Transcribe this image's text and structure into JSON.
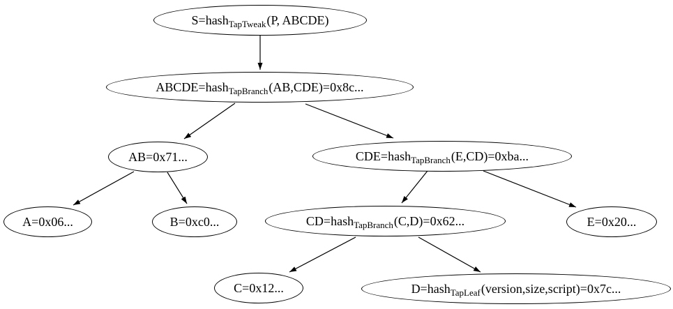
{
  "nodes": {
    "s": {
      "prefix": "S=hash",
      "sub": "TapTweak",
      "suffix": "(P, ABCDE)"
    },
    "abcde": {
      "prefix": "ABCDE=hash",
      "sub": "TapBranch",
      "suffix": "(AB,CDE)=0x8c..."
    },
    "ab": {
      "label": "AB=0x71..."
    },
    "cde": {
      "prefix": "CDE=hash",
      "sub": "TapBranch",
      "suffix": "(E,CD)=0xba..."
    },
    "a": {
      "label": "A=0x06..."
    },
    "b": {
      "label": "B=0xc0..."
    },
    "cd": {
      "prefix": "CD=hash",
      "sub": "TapBranch",
      "suffix": "(C,D)=0x62..."
    },
    "e": {
      "label": "E=0x20..."
    },
    "c": {
      "label": "C=0x12..."
    },
    "d": {
      "prefix": "D=hash",
      "sub": "TapLeaf",
      "suffix": "(version,size,script)=0x7c..."
    }
  },
  "edges": [
    {
      "from": "S",
      "to": "ABCDE"
    },
    {
      "from": "ABCDE",
      "to": "AB"
    },
    {
      "from": "ABCDE",
      "to": "CDE"
    },
    {
      "from": "AB",
      "to": "A"
    },
    {
      "from": "AB",
      "to": "B"
    },
    {
      "from": "CDE",
      "to": "CD"
    },
    {
      "from": "CDE",
      "to": "E"
    },
    {
      "from": "CD",
      "to": "C"
    },
    {
      "from": "CD",
      "to": "D"
    }
  ],
  "colors": {
    "background": "#ffffff",
    "node_stroke": "#000000",
    "text": "#000000",
    "edge": "#000000"
  }
}
